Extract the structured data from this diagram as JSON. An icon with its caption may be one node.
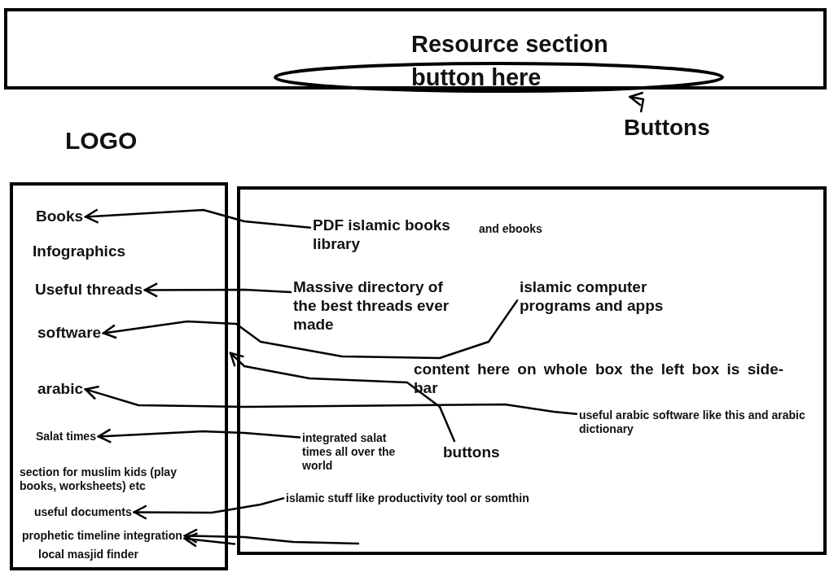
{
  "diagram": {
    "nodes": [
      {
        "text": [],
        "shape": "box"
      },
      {
        "text": [
          "Resource section button here"
        ],
        "in": 0
      },
      {
        "text": [
          "Buttons"
        ]
      },
      {
        "text": [],
        "shape": "box"
      },
      {
        "text": [
          "Books"
        ],
        "in": 3
      },
      {
        "text": [
          "Infographics"
        ],
        "in": 3
      },
      {
        "text": [
          "Useful threads"
        ],
        "in": 3
      },
      {
        "text": [
          "software"
        ],
        "in": 3
      },
      {
        "text": [
          "arabic"
        ],
        "in": 3
      },
      {
        "text": [
          "Salat times"
        ],
        "in": 3
      },
      {
        "text": [
          "section for muslim kids (play books, worksheets) etc"
        ],
        "in": 3
      },
      {
        "text": [
          "useful documents"
        ],
        "in": 3
      },
      {
        "text": [
          "prophetic timeline integration"
        ],
        "in": 3
      },
      {
        "text": [
          "local masjid finder"
        ],
        "in": 3
      },
      {
        "text": [
          "content here on whole box the left box is side- bar"
        ]
      },
      {
        "text": [
          "PDF islamic books library"
        ],
        "beside": [
          "and ebooks"
        ],
        "in": 14
      },
      {
        "text": [
          "Massive directory of the best threads ever made"
        ],
        "in": 14
      },
      {
        "text": [
          "islamic computer programs and apps"
        ],
        "in": 14
      },
      {
        "text": [
          "buttons"
        ],
        "in": 14
      },
      {
        "text": [
          "useful arabic software like this and arabic dictionary"
        ],
        "in": 14
      },
      {
        "text": [
          "integrated salat times all over the world"
        ],
        "in": 14
      },
      {
        "text": [
          "islamic stuff like productivity tool or somthin"
        ],
        "in": 14
      }
    ],
    "edges": [
      {
        "from": 2,
        "to": 1,
        "arrow": "to"
      },
      {
        "from": 15,
        "to": 4,
        "arrow": "to"
      },
      {
        "from": 16,
        "to": 6,
        "arrow": "to"
      },
      {
        "from": 17,
        "to": 7,
        "arrow": "to"
      },
      {
        "from": 18,
        "to": 3,
        "arrow": "to"
      },
      {
        "from": 19,
        "to": 8,
        "arrow": "to"
      },
      {
        "from": 20,
        "to": 9,
        "arrow": "to"
      },
      {
        "from": 21,
        "to": 11,
        "arrow": "to"
      },
      {
        "from": null,
        "to": 12,
        "arrow": "to"
      },
      {
        "from": 14,
        "to": 12,
        "arrow": "to"
      }
    ],
    "labels": [
      "LOGO"
    ]
  }
}
